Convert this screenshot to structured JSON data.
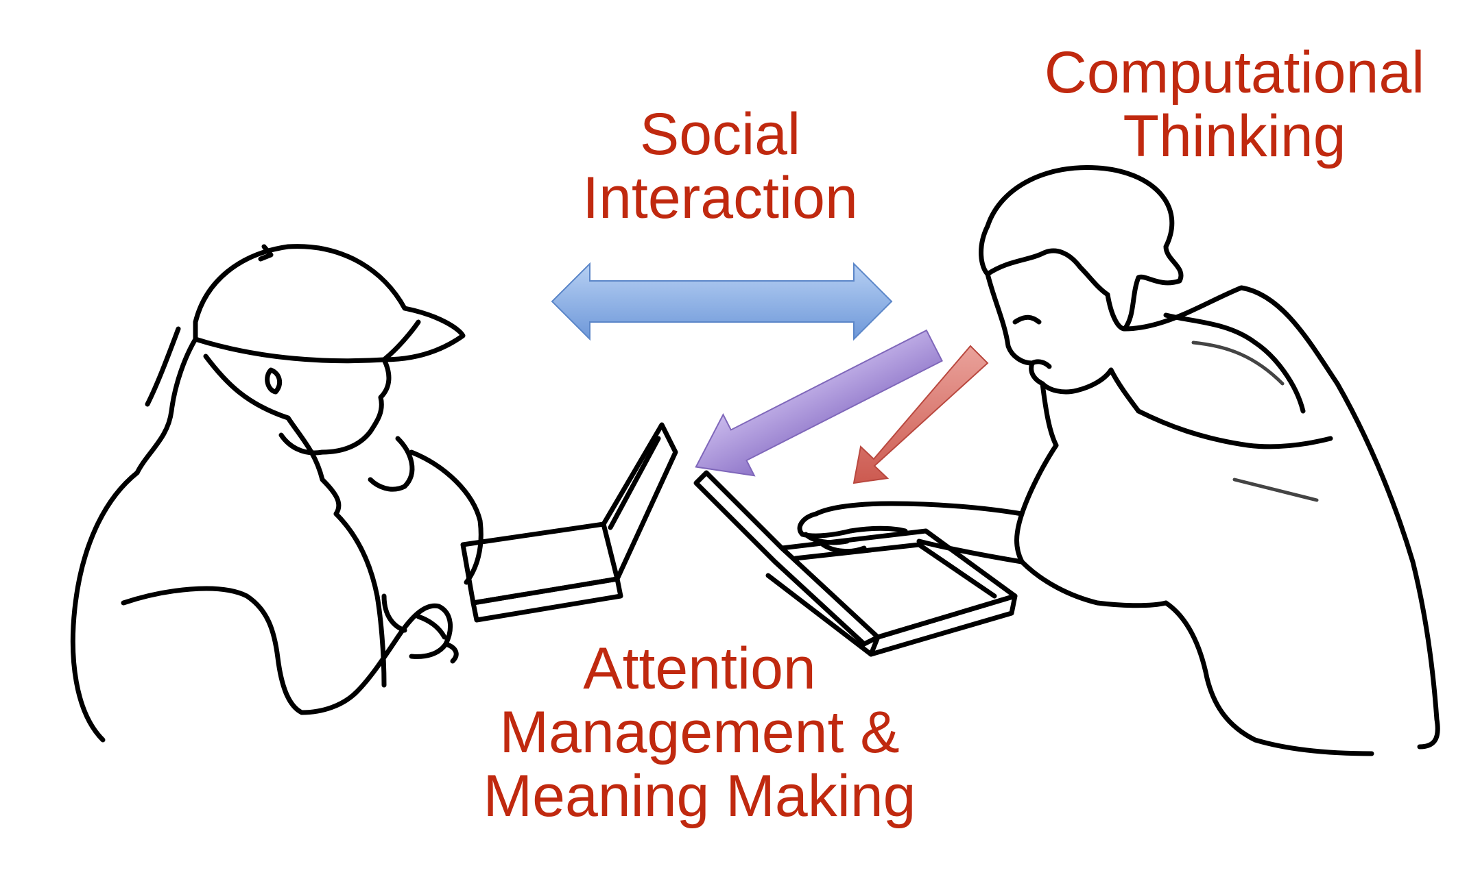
{
  "labels": {
    "computational_thinking": [
      "Computational",
      "Thinking"
    ],
    "social_interaction": [
      "Social",
      "Interaction"
    ],
    "attention_meaning": [
      "Attention",
      "Management &",
      "Meaning Making"
    ]
  },
  "colors": {
    "label_text": "#c0290f",
    "social_arrow": "#7fa8e0",
    "attention_arrow": "#a58fd6",
    "computational_arrow": "#d9736a",
    "sketch_line": "#000000"
  },
  "icons": {
    "left_person": "person-with-cap-sketch",
    "right_person": "person-typing-sketch",
    "left_laptop": "laptop-sketch",
    "right_laptop": "laptop-sketch"
  }
}
